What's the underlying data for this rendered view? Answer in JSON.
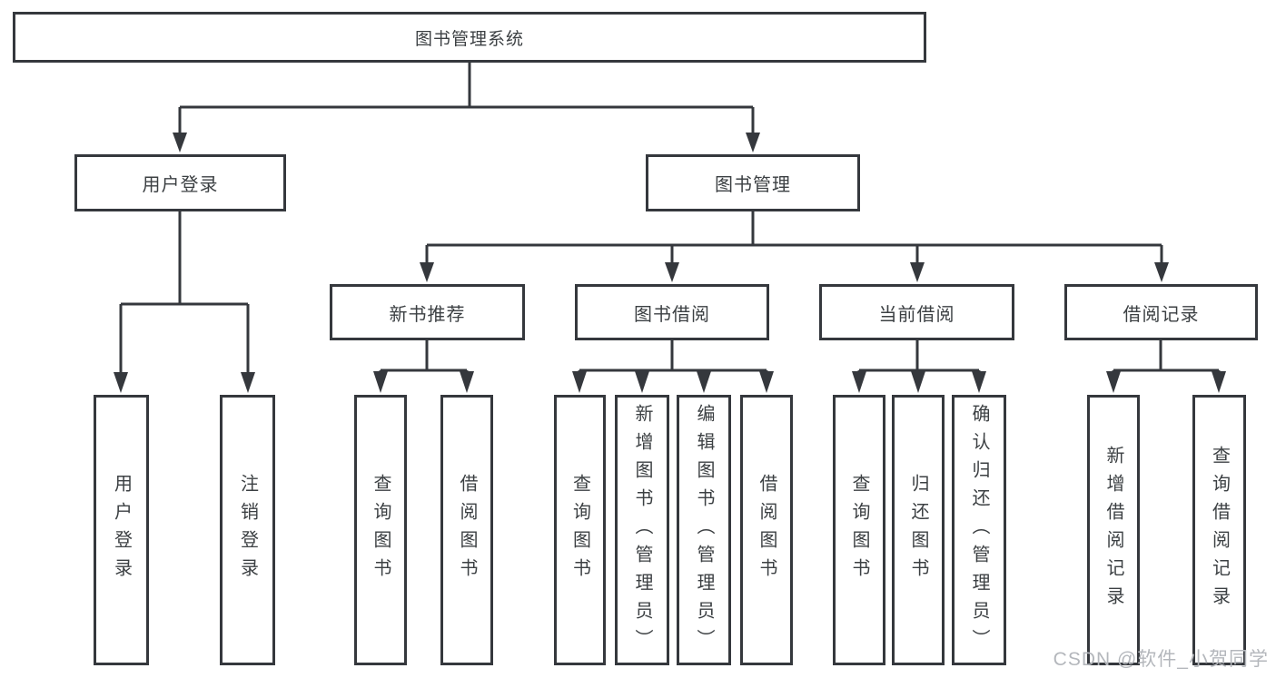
{
  "diagram": {
    "background_color": "#ffffff",
    "line_color": "#35383d",
    "text_color": "#3c4043",
    "tree": {
      "root": {
        "label": "图书管理系统",
        "children": [
          {
            "label": "用户登录",
            "children": [
              {
                "label": "用户登录"
              },
              {
                "label": "注销登录"
              }
            ]
          },
          {
            "label": "图书管理",
            "children": [
              {
                "label": "新书推荐",
                "children": [
                  {
                    "label": "查询图书"
                  },
                  {
                    "label": "借阅图书"
                  }
                ]
              },
              {
                "label": "图书借阅",
                "children": [
                  {
                    "label": "查询图书"
                  },
                  {
                    "label": "新增图书（管理员）"
                  },
                  {
                    "label": "编辑图书（管理员）"
                  },
                  {
                    "label": "借阅图书"
                  }
                ]
              },
              {
                "label": "当前借阅",
                "children": [
                  {
                    "label": "查询图书"
                  },
                  {
                    "label": "归还图书"
                  },
                  {
                    "label": "确认归还（管理员）"
                  }
                ]
              },
              {
                "label": "借阅记录",
                "children": [
                  {
                    "label": "新增借阅记录"
                  },
                  {
                    "label": "查询借阅记录"
                  }
                ]
              }
            ]
          }
        ]
      }
    }
  },
  "watermark": {
    "text": "CSDN @软件_小贺同学",
    "color": "#b4b7bc"
  }
}
